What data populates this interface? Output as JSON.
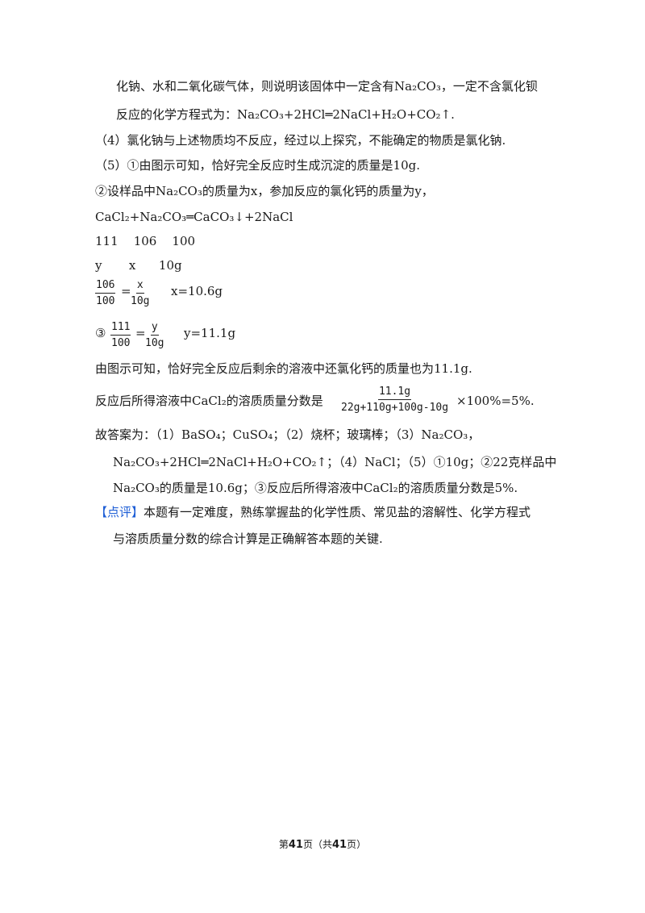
{
  "lines": {
    "l1": "化钠、水和二氧化碳气体，则说明该固体中一定含有Na₂CO₃，一定不含氯化钡",
    "l2": "反应的化学方程式为：Na₂CO₃+2HCl═2NaCl+H₂O+CO₂↑.",
    "l3": "（4）氯化钠与上述物质均不反应，经过以上探究，不能确定的物质是氯化钠.",
    "l4": "（5）①由图示可知，恰好完全反应时生成沉淀的质量是10g.",
    "l5": "②设样品中Na₂CO₃的质量为x，参加反应的氯化钙的质量为y，",
    "l6": "CaCl₂+Na₂CO₃═CaCO₃↓+2NaCl",
    "l7": "111    106    100",
    "l8": "y       x      10g",
    "l11": "由图示可知，恰好完全反应后剩余的溶液中还氯化钙的质量也为11.1g.",
    "l13": "故答案为：（1）BaSO₄；CuSO₄；（2）烧杯；玻璃棒；（3）Na₂CO₃，",
    "l14": "Na₂CO₃+2HCl═2NaCl+H₂O+CO₂↑；（4）NaCl；（5）①10g；②22克样品中",
    "l15": "Na₂CO₃的质量是10.6g；③反应后所得溶液中CaCl₂的溶质质量分数是5%.",
    "l16_rest": "本题有一定难度，熟练掌握盐的化学性质、常见盐的溶解性、化学方程式",
    "l17": "与溶质质量分数的综合计算是正确解答本题的关键."
  },
  "frac1": {
    "left_num": "106",
    "left_den": "100",
    "eq": "=",
    "right_num": "x",
    "right_den": "10g",
    "result": "x=10.6g"
  },
  "frac2": {
    "prefix": "③",
    "left_num": "111",
    "left_den": "100",
    "eq": "=",
    "right_num": "y",
    "right_den": "10g",
    "result": "y=11.1g"
  },
  "frac3": {
    "prefix": "反应后所得溶液中CaCl₂的溶质质量分数是",
    "num": "11.1g",
    "den": "22g+110g+100g-10g",
    "suffix": "×100%=5%."
  },
  "comment_tag": "【点评】",
  "footer": {
    "pre": "第",
    "page": "41",
    "mid": "页（共",
    "total": "41",
    "post": "页）"
  },
  "colors": {
    "accent": "#1f5fd6"
  }
}
